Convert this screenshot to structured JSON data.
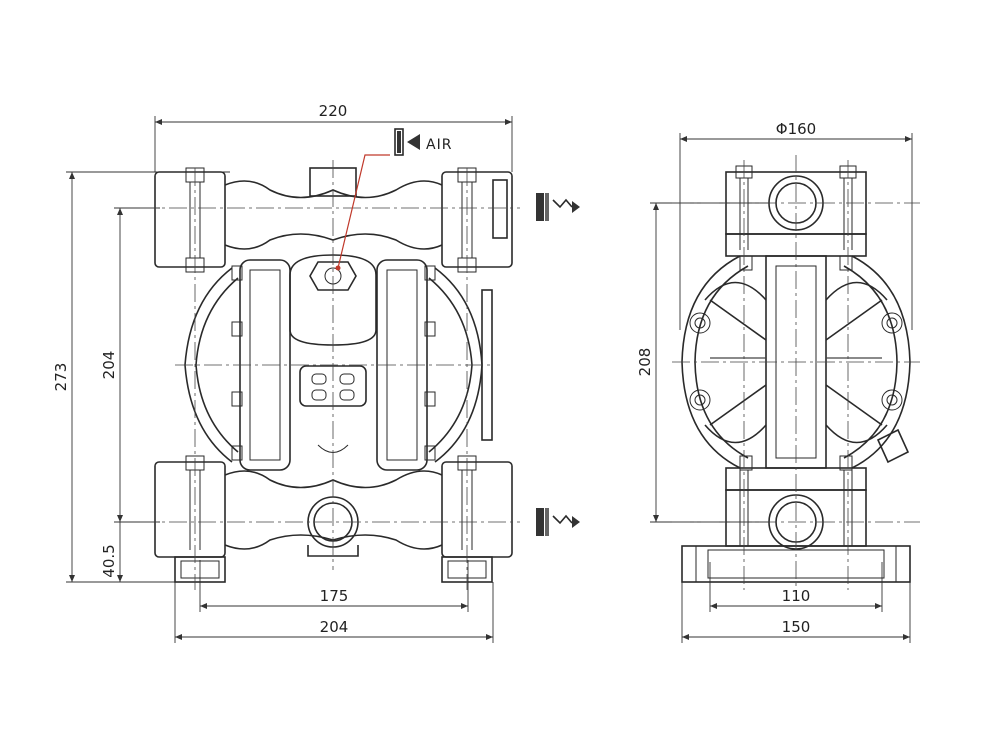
{
  "front_view": {
    "width_top": "220",
    "height_total": "273",
    "ports_spacing": "204",
    "base_offset": "40.5",
    "feet_spacing": "175",
    "base_width": "204",
    "air_label": "AIR"
  },
  "side_view": {
    "diameter": "Φ160",
    "ports_spacing": "208",
    "feet_spacing": "110",
    "base_width": "150"
  },
  "icons": [
    "outlet-arrow-icon",
    "inlet-arrow-icon",
    "air-inlet-icon"
  ]
}
